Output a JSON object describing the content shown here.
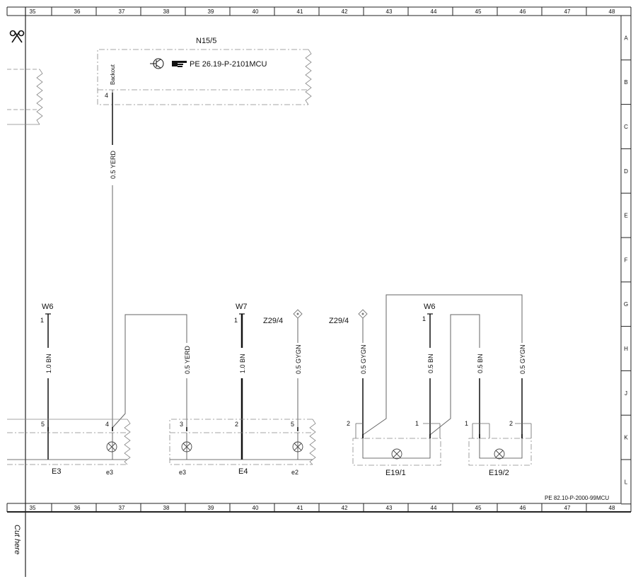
{
  "columns": [
    "35",
    "36",
    "37",
    "38",
    "39",
    "40",
    "41",
    "42",
    "43",
    "44",
    "45",
    "46",
    "47",
    "48"
  ],
  "rows": [
    "A",
    "B",
    "C",
    "D",
    "E",
    "F",
    "G",
    "H",
    "J",
    "K",
    "L"
  ],
  "module": {
    "name": "N15/5",
    "pin_name": "Backout",
    "pin_number": "4",
    "ref": "PE 26.19-P-2101MCU"
  },
  "wires": {
    "n15_e3": "0.5 YERD",
    "w6_left": "1.0 BN",
    "e3_yerd": "0.5 YERD",
    "w7_bn": "1.0 BN",
    "z29_left": "0.5 GYGN",
    "z29_right": "0.5 GYGN",
    "w6_right_bn": "0.5 BN",
    "e19_2_bn": "0.5 BN",
    "e19_2_gygn": "0.5 GYGN"
  },
  "grounds": {
    "w6_left": {
      "name": "W6",
      "pin": "1"
    },
    "w7": {
      "name": "W7",
      "pin": "1"
    },
    "w6_right": {
      "name": "W6",
      "pin": "1"
    }
  },
  "splices": {
    "left": "Z29/4",
    "right": "Z29/4"
  },
  "components": {
    "e3": {
      "label": "E3",
      "sub": "e3",
      "pin_a": "5",
      "pin_b": "4"
    },
    "e4": {
      "label": "E4",
      "sub_left": "e3",
      "sub_right": "e2",
      "pin_a": "3",
      "pin_b": "2",
      "pin_c": "5"
    },
    "e19_1": {
      "label": "E19/1",
      "pin_a": "2",
      "pin_b": "1"
    },
    "e19_2": {
      "label": "E19/2",
      "pin_a": "1",
      "pin_b": "2"
    }
  },
  "diagram_ref": "PE 82.10-P-2000-99MCU",
  "cut_text": "Cut here"
}
